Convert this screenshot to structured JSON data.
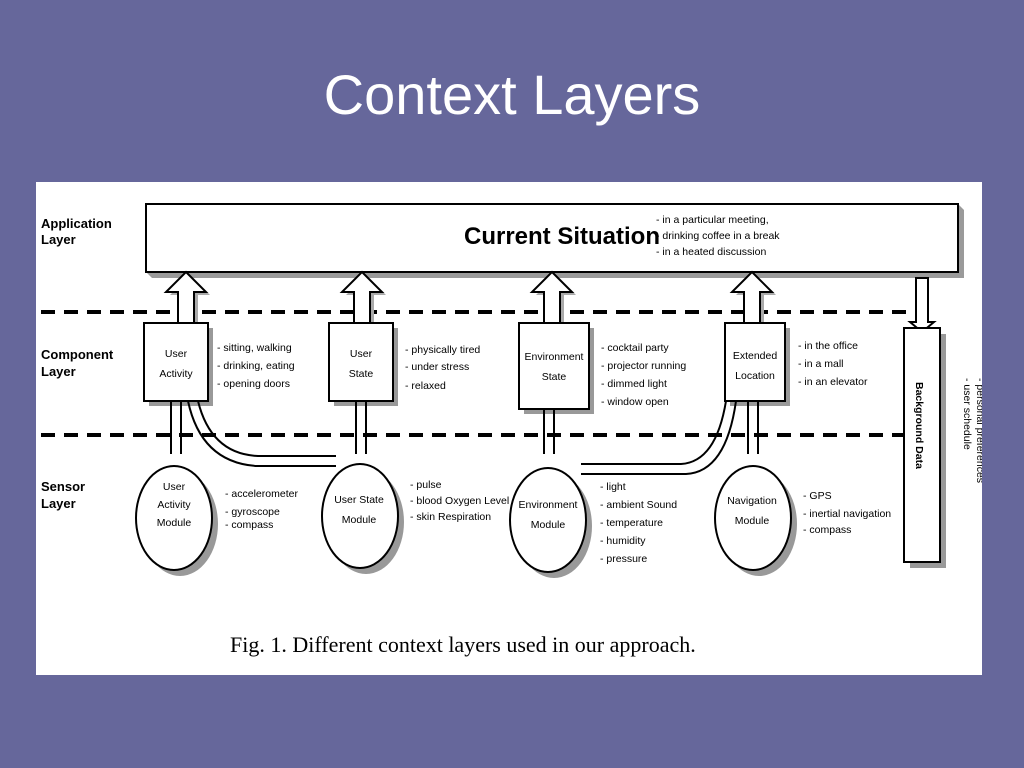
{
  "slide": {
    "title": "Context Layers"
  },
  "layers": {
    "application": [
      "Application",
      "Layer"
    ],
    "component": [
      "Component",
      "Layer"
    ],
    "sensor": [
      "Sensor",
      "Layer"
    ]
  },
  "application": {
    "title": "Current Situation",
    "notes": [
      "- in a particular meeting,",
      "- drinking coffee in a break",
      "- in a heated  discussion"
    ]
  },
  "components": [
    {
      "label": [
        "User",
        "Activity"
      ],
      "notes": [
        "- sitting, walking",
        "- drinking, eating",
        "- opening doors"
      ]
    },
    {
      "label": [
        "User",
        "State"
      ],
      "notes": [
        "- physically tired",
        "- under stress",
        "- relaxed"
      ]
    },
    {
      "label": [
        "Environment",
        "State"
      ],
      "notes": [
        "- cocktail party",
        "- projector running",
        "- dimmed light",
        "- window open"
      ]
    },
    {
      "label": [
        "Extended",
        "Location"
      ],
      "notes": [
        "- in the office",
        "- in a mall",
        "- in an elevator"
      ]
    }
  ],
  "sensors": [
    {
      "label": [
        "User",
        "Activity",
        "Module"
      ],
      "notes": [
        "- accelerometer",
        "- gyroscope",
        "- compass"
      ]
    },
    {
      "label": [
        "User State",
        "Module"
      ],
      "notes": [
        "- pulse",
        "- blood Oxygen Level",
        "- skin Respiration"
      ]
    },
    {
      "label": [
        "Environment",
        "Module"
      ],
      "notes": [
        "- light",
        "- ambient Sound",
        "- temperature",
        "- humidity",
        "- pressure"
      ]
    },
    {
      "label": [
        "Navigation",
        "Module"
      ],
      "notes": [
        "- GPS",
        "- inertial navigation",
        "- compass"
      ]
    }
  ],
  "background_data": {
    "label": "Background Data",
    "notes": [
      "- personal preferences",
      "- user schedule"
    ]
  },
  "caption": "Fig. 1. Different context layers used in our approach."
}
